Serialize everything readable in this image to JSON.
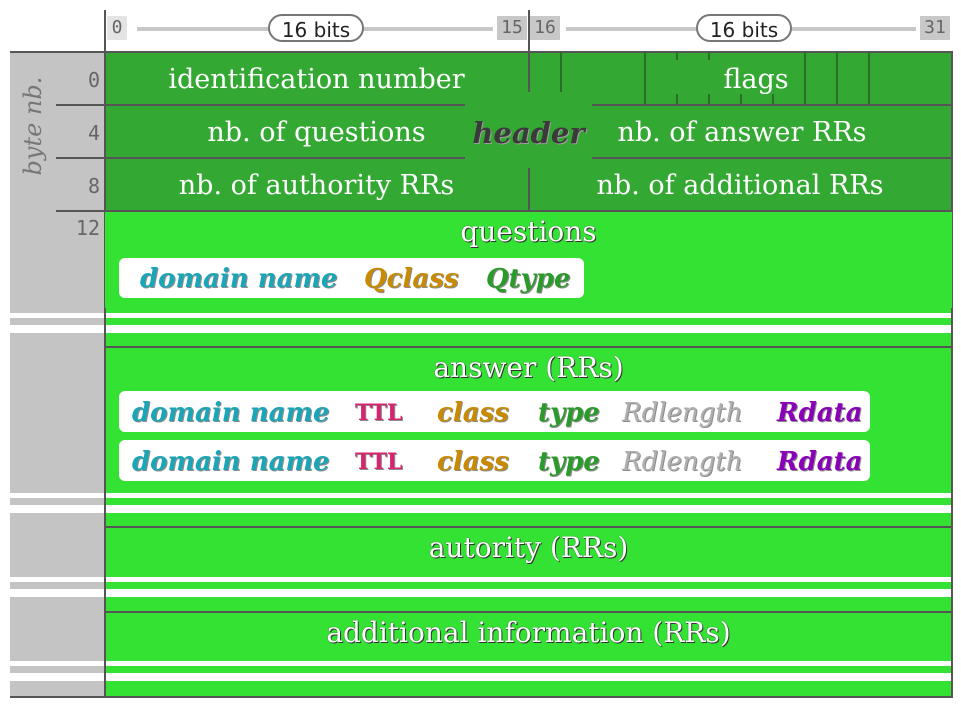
{
  "bit_ruler": {
    "start_left": "0",
    "end_left": "15",
    "start_right": "16",
    "end_right": "31",
    "pill_left": "16 bits",
    "pill_right": "16 bits"
  },
  "byte_axis": {
    "label": "byte nb.",
    "rows": [
      "0",
      "4",
      "8",
      "12"
    ]
  },
  "header": {
    "label": "header",
    "id": "identification number",
    "flags": "flags",
    "questions": "nb. of questions",
    "answers": "nb. of answer  RRs",
    "authority": "nb. of authority RRs",
    "additional": "nb. of additional RRs"
  },
  "questions": {
    "title": "questions",
    "fields": [
      "domain name",
      "Qclass",
      "Qtype"
    ]
  },
  "answer": {
    "title": "answer (RRs)",
    "rows": [
      [
        "domain name",
        "TTL",
        "class",
        "type",
        "Rdlength",
        "Rdata"
      ],
      [
        "domain name",
        "TTL",
        "class",
        "type",
        "Rdlength",
        "Rdata"
      ]
    ]
  },
  "authority": {
    "title": "autority (RRs)"
  },
  "additional": {
    "title": "additional information (RRs)"
  },
  "colors": {
    "header_green": "#33a833",
    "section_green": "#34e234",
    "domain": "#1aa6b7",
    "ttl": "#d6246e",
    "class": "#c98a00",
    "type": "#2a9a2a",
    "rdlength": "#b0b0b0",
    "rdata": "#8a00b8"
  }
}
